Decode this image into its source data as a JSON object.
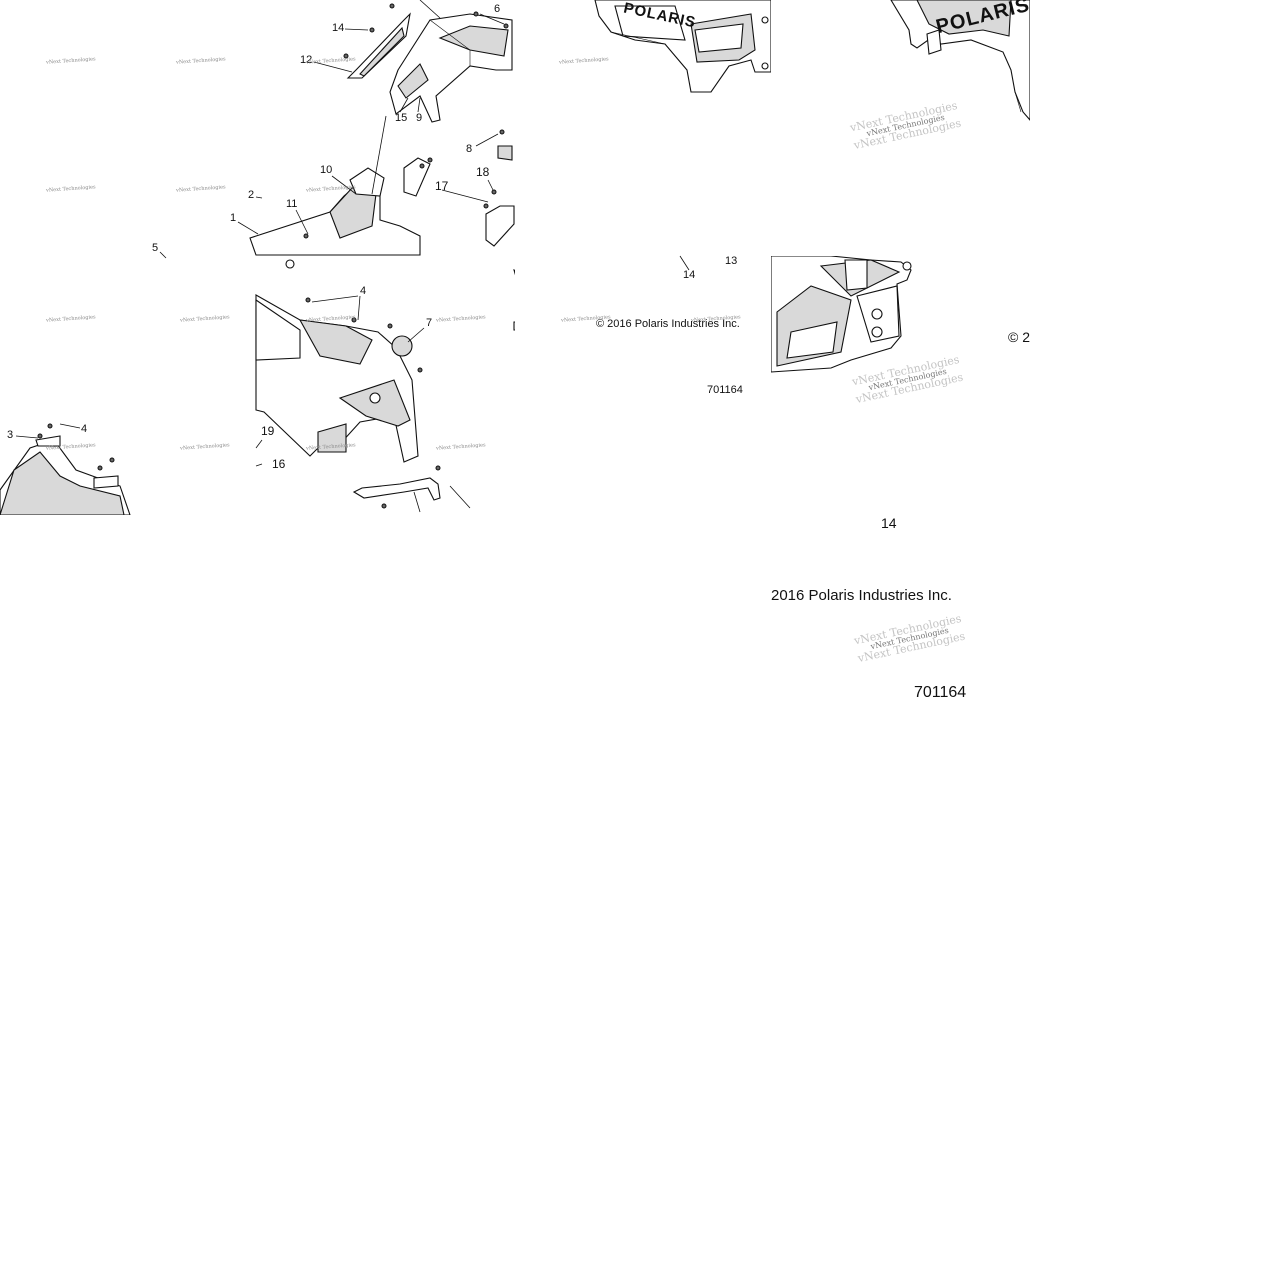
{
  "diagram": {
    "callouts": {
      "c1": "1",
      "c2": "2",
      "c3": "3",
      "c4a": "4",
      "c4b": "4",
      "c5": "5",
      "c6": "6",
      "c7": "7",
      "c8": "8",
      "c9": "9",
      "c10": "10",
      "c11": "11",
      "c12": "12",
      "c13": "13",
      "c14a": "14",
      "c14b": "14",
      "c14c": "14",
      "c15": "15",
      "c16": "16",
      "c17": "17",
      "c18": "18",
      "c19": "19"
    },
    "brand_text": "POLARIS",
    "copyright": "© 2016 Polaris Industries Inc.",
    "copyright_partial": "2016 Polaris Industries Inc.",
    "copyright_edge": "© 2",
    "figure_number": "701164",
    "watermark": "vNext Technologies"
  }
}
